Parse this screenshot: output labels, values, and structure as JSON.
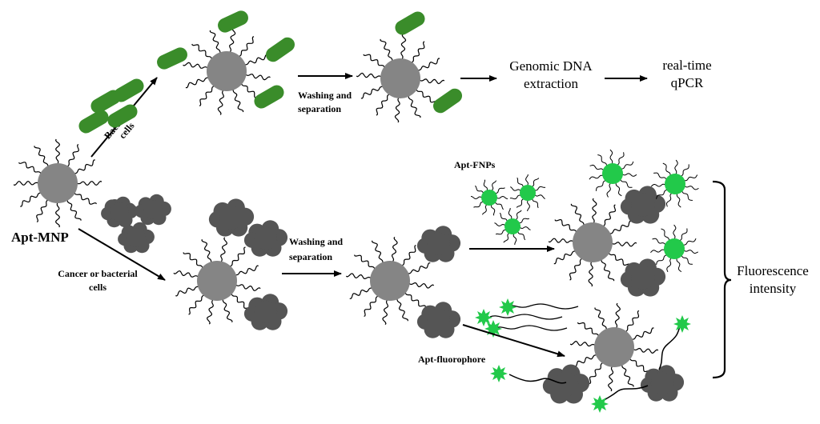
{
  "labels": {
    "apt_mnp": "Apt-MNP",
    "bacterial": "Bacterial",
    "cells": "cells",
    "washing_top_1": "Washing and",
    "washing_top_2": "separation",
    "genomic_1": "Genomic DNA",
    "genomic_2": "extraction",
    "qpcr_1": "real-time",
    "qpcr_2": "qPCR",
    "cancer_1": "Cancer or bacterial",
    "cancer_2": "cells",
    "washing_mid_1": "Washing and",
    "washing_mid_2": "separation",
    "apt_fnps": "Apt-FNPs",
    "apt_fluorophore": "Apt-fluorophore",
    "fluor_1": "Fluorescence",
    "fluor_2": "intensity"
  },
  "colors": {
    "bead": "#858585",
    "bacteria": "#3a8c2a",
    "cancer_cell": "#555555",
    "fluor_np": "#22c94a",
    "line": "#000000"
  }
}
